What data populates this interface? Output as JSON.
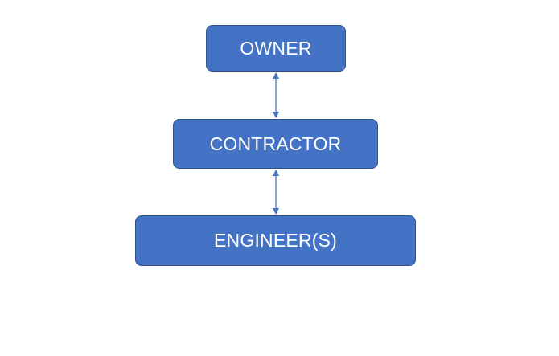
{
  "diagram": {
    "type": "hierarchy",
    "colors": {
      "node_fill": "#4472c4",
      "node_border": "#2f528f",
      "node_text": "#ffffff",
      "connector": "#4472c4"
    },
    "nodes": [
      {
        "id": "owner",
        "label": "OWNER"
      },
      {
        "id": "contractor",
        "label": "CONTRACTOR"
      },
      {
        "id": "engineers",
        "label": "ENGINEER(S)"
      }
    ],
    "edges": [
      {
        "from": "owner",
        "to": "contractor",
        "direction": "both"
      },
      {
        "from": "contractor",
        "to": "engineers",
        "direction": "both"
      }
    ]
  }
}
